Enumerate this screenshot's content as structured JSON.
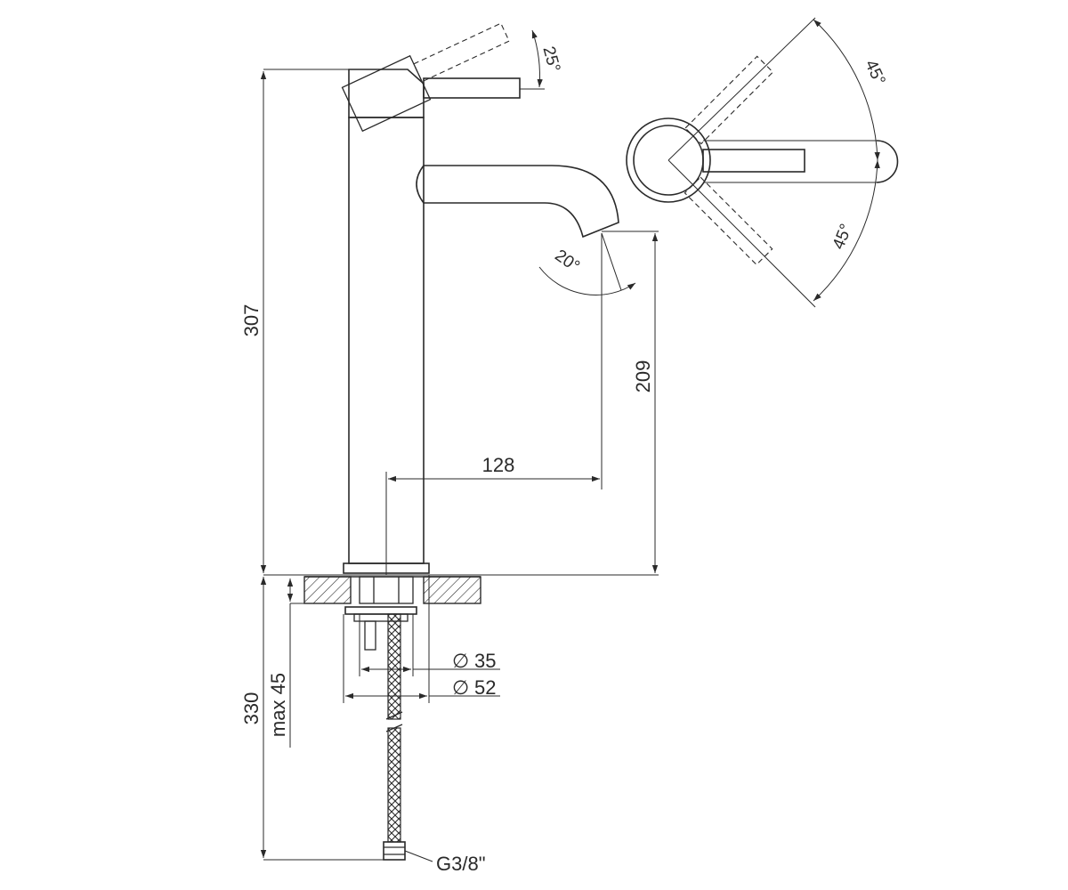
{
  "dimensions": {
    "total_height": "307",
    "spout_height": "209",
    "spout_reach": "128",
    "hose_length": "330",
    "max_deck": "max 45",
    "dia_35": "35",
    "dia_52": "52",
    "thread": "G3/8\""
  },
  "angles": {
    "lever_tilt": "25°",
    "spout_swivel": "20°",
    "rotation_upper": "45°",
    "rotation_lower": "45°"
  },
  "symbols": {
    "diameter": "∅"
  },
  "colors": {
    "line": "#2a2a2a",
    "background": "#ffffff"
  }
}
